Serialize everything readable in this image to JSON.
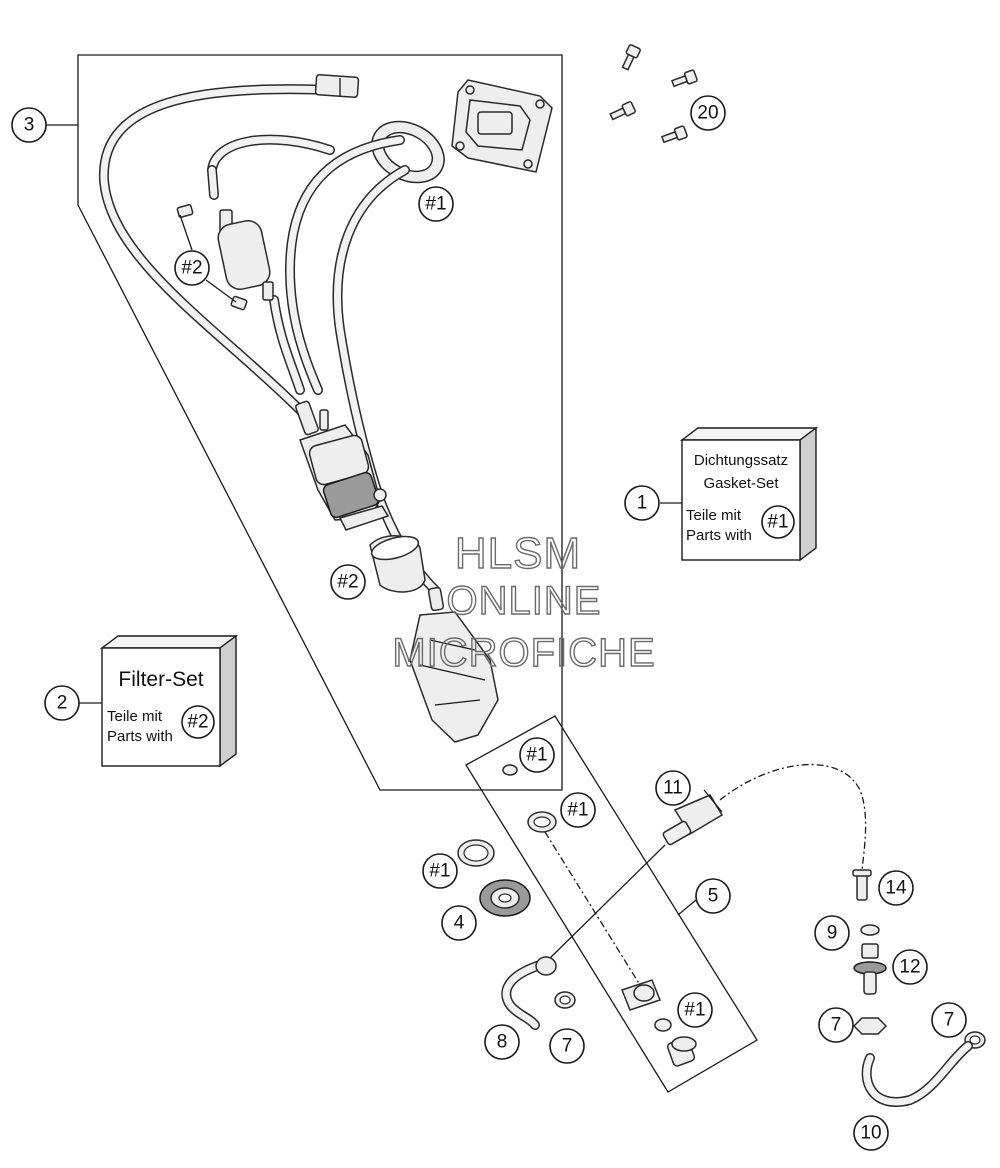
{
  "callouts": {
    "c1": "1",
    "c2": "2",
    "c3": "3",
    "c4": "4",
    "c5": "5",
    "c7a": "7",
    "c7b": "7",
    "c7c": "7",
    "c8": "8",
    "c9": "9",
    "c10": "10",
    "c11": "11",
    "c12": "12",
    "c14": "14",
    "c20": "20",
    "ref_regulator_ring": "#1",
    "ref_filter_clips": "#2",
    "ref_pump_sleeve": "#2",
    "ref_oring_a": "#1",
    "ref_oring_b": "#1",
    "ref_oring_c": "#1",
    "ref_oring_d": "#1"
  },
  "gasket_box": {
    "line1": "Dichtungssatz",
    "line2": "Gasket-Set",
    "line3": "Teile mit",
    "line4": "Parts with",
    "ref": "#1"
  },
  "filter_box": {
    "title": "Filter-Set",
    "line1": "Teile mit",
    "line2": "Parts with",
    "ref": "#2"
  },
  "watermark": {
    "line1": "HLSM",
    "line2": "ONLINE",
    "line3": "MICROFICHE"
  }
}
